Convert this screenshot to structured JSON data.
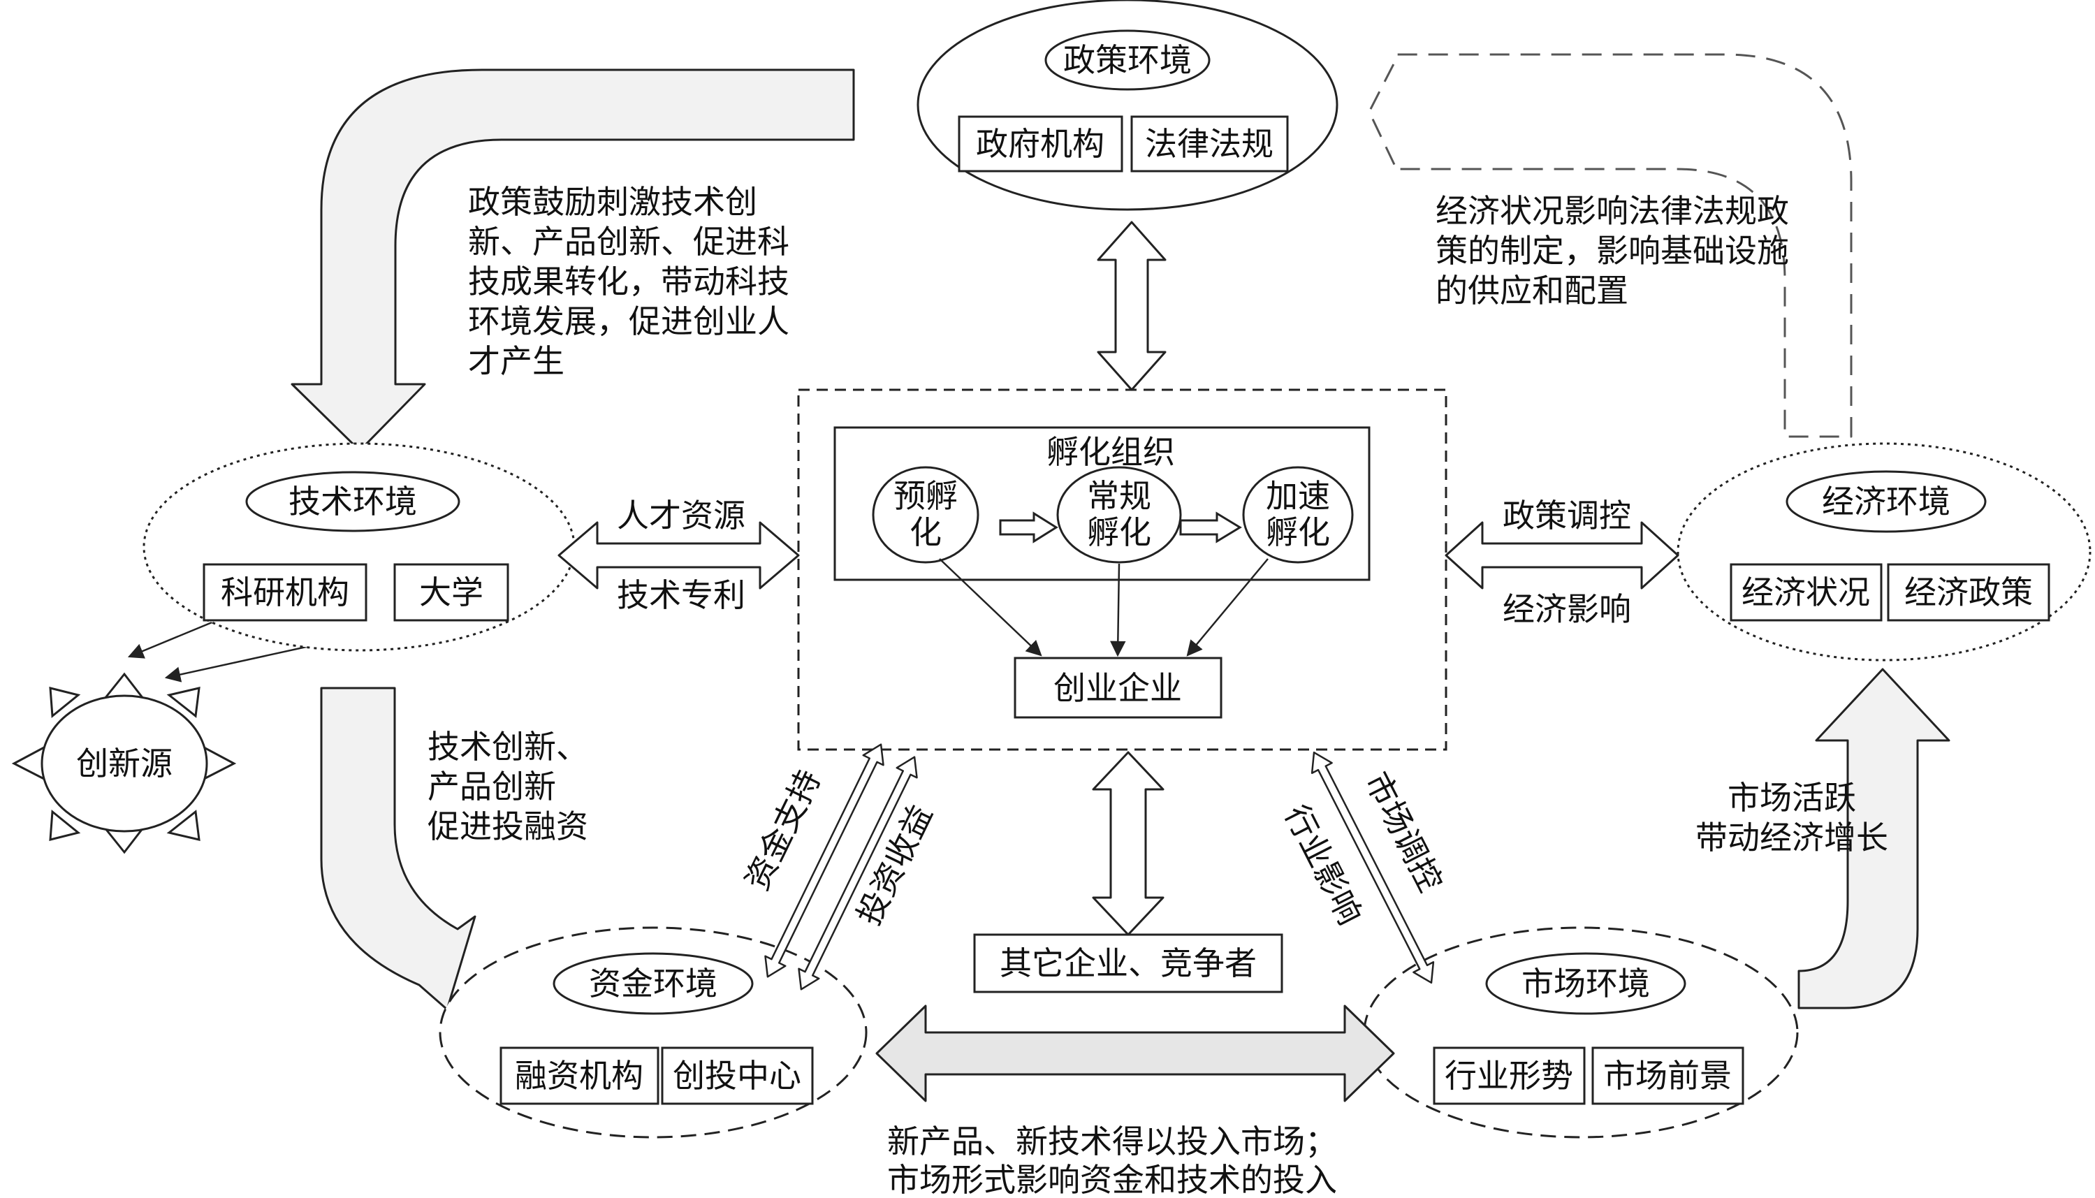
{
  "policy_env": {
    "title": "政策环境",
    "items": [
      "政府机构",
      "法律法规"
    ]
  },
  "tech_env": {
    "title": "技术环境",
    "items": [
      "科研机构",
      "大学"
    ]
  },
  "econ_env": {
    "title": "经济环境",
    "items": [
      "经济状况",
      "经济政策"
    ]
  },
  "fund_env": {
    "title": "资金环境",
    "items": [
      "融资机构",
      "创投中心"
    ]
  },
  "market_env": {
    "title": "市场环境",
    "items": [
      "行业形势",
      "市场前景"
    ]
  },
  "innovation_source": "创新源",
  "incubator": {
    "title": "孵化组织",
    "stages": [
      {
        "lines": [
          "预孵",
          "化"
        ]
      },
      {
        "lines": [
          "常规",
          "孵化"
        ]
      },
      {
        "lines": [
          "加速",
          "孵化"
        ]
      }
    ],
    "startup": "创业企业"
  },
  "other_enterprises": "其它企业、竞争者",
  "labels": {
    "talent": "人才资源",
    "patent": "技术专利",
    "policy_control": "政策调控",
    "economic_influence": "经济影响",
    "fund_support": "资金支持",
    "investment_return": "投资收益",
    "market_control": "市场调控",
    "industry_influence": "行业影响"
  },
  "notes": {
    "policy_to_tech": [
      "政策鼓励刺激技术创",
      "新、产品创新、促进科",
      "技成果转化，带动科技",
      "环境发展，促进创业人",
      "才产生"
    ],
    "econ_to_policy": [
      "经济状况影响法律法规政",
      "策的制定，影响基础设施",
      "的供应和配置"
    ],
    "tech_to_fund": [
      "技术创新、",
      "产品创新",
      "促进投融资"
    ],
    "market_to_econ": [
      "市场活跃",
      "带动经济增长"
    ],
    "fund_market": [
      "新产品、新技术得以投入市场；",
      "市场形式影响资金和技术的投入"
    ]
  }
}
